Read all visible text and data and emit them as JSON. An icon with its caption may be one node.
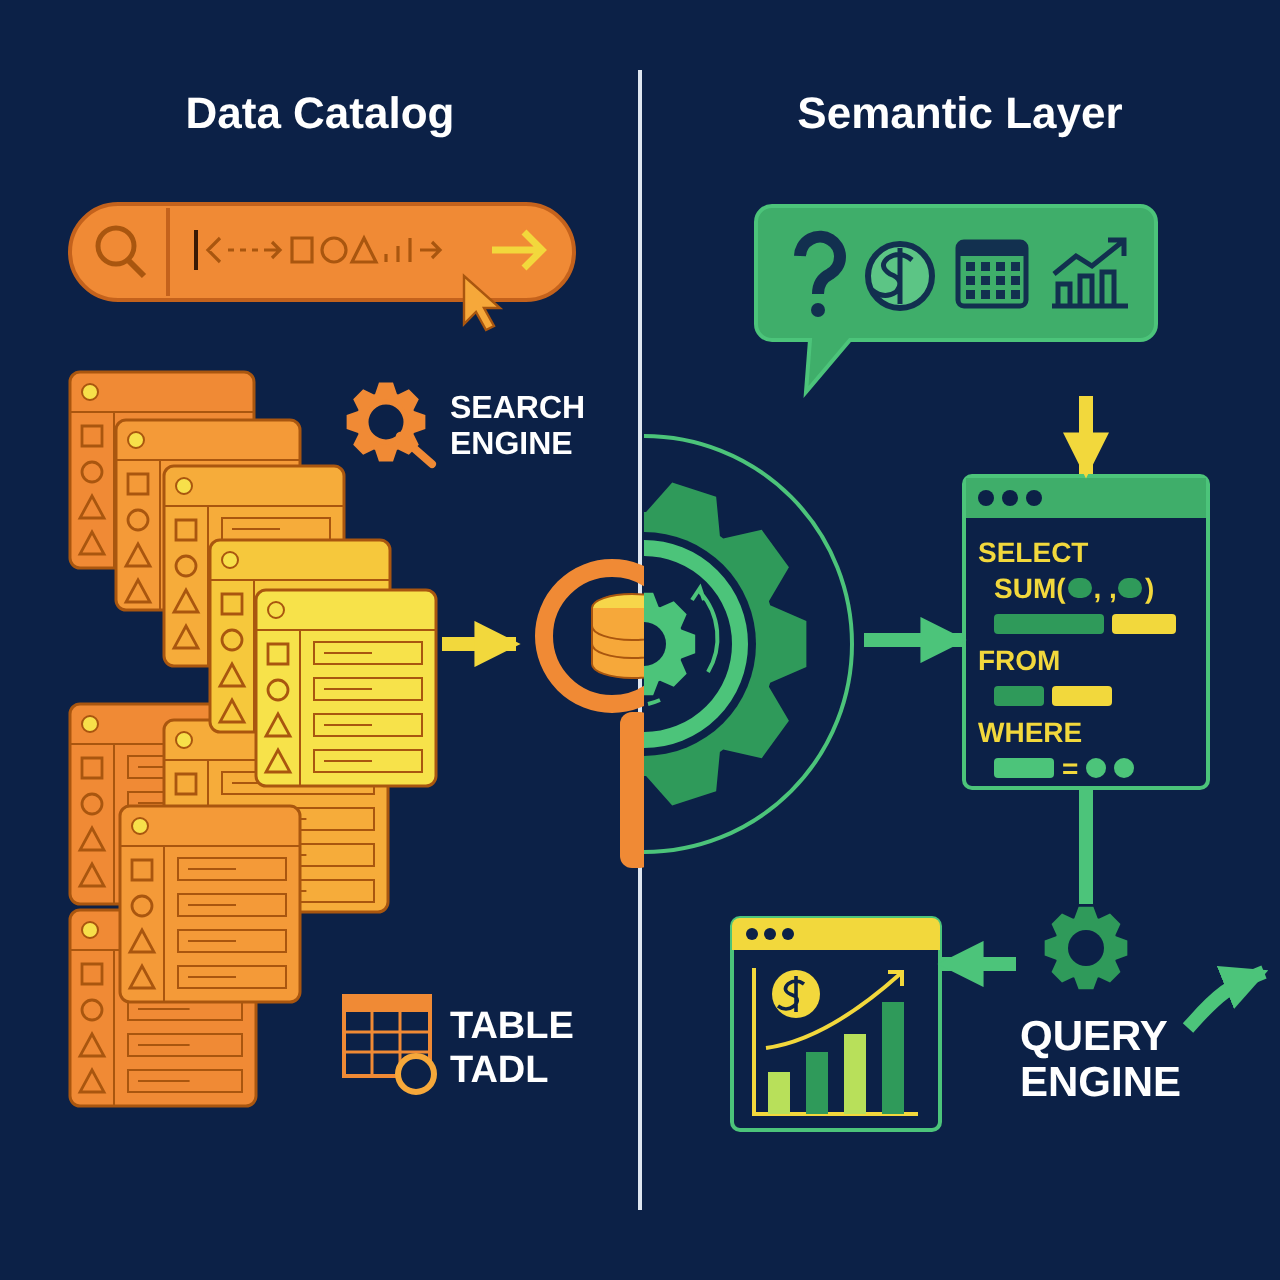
{
  "diagram": {
    "nodes": [
      {
        "text": [],
        "shape": "picture"
      },
      {
        "text": [],
        "shape": "picture"
      },
      {
        "text": [],
        "shape": "picture"
      },
      {
        "text": [
          "SELECT",
          "SUM(",
          ", ,",
          ")",
          "FROM",
          "WHERE",
          "="
        ]
      },
      {
        "text": [
          "QUERY ENGINE"
        ]
      },
      {
        "text": [],
        "shape": "picture"
      }
    ],
    "edges": [
      {
        "from": 0,
        "to": 1,
        "arrow": "to",
        "color": "#f2d83c"
      },
      {
        "from": 1,
        "to": 3,
        "arrow": "to"
      },
      {
        "from": 2,
        "to": 3,
        "arrow": "to",
        "color": "#f2d83c"
      },
      {
        "from": 3,
        "to": 4,
        "arrow": "none"
      },
      {
        "from": 4,
        "to": 5,
        "arrow": "to"
      },
      {
        "from": 4,
        "to": null,
        "arrow": "to"
      }
    ],
    "labels": [
      "Data Catalog",
      "Semantic Layer",
      "SEARCH ENGINE",
      "TABLE TADL"
    ]
  }
}
